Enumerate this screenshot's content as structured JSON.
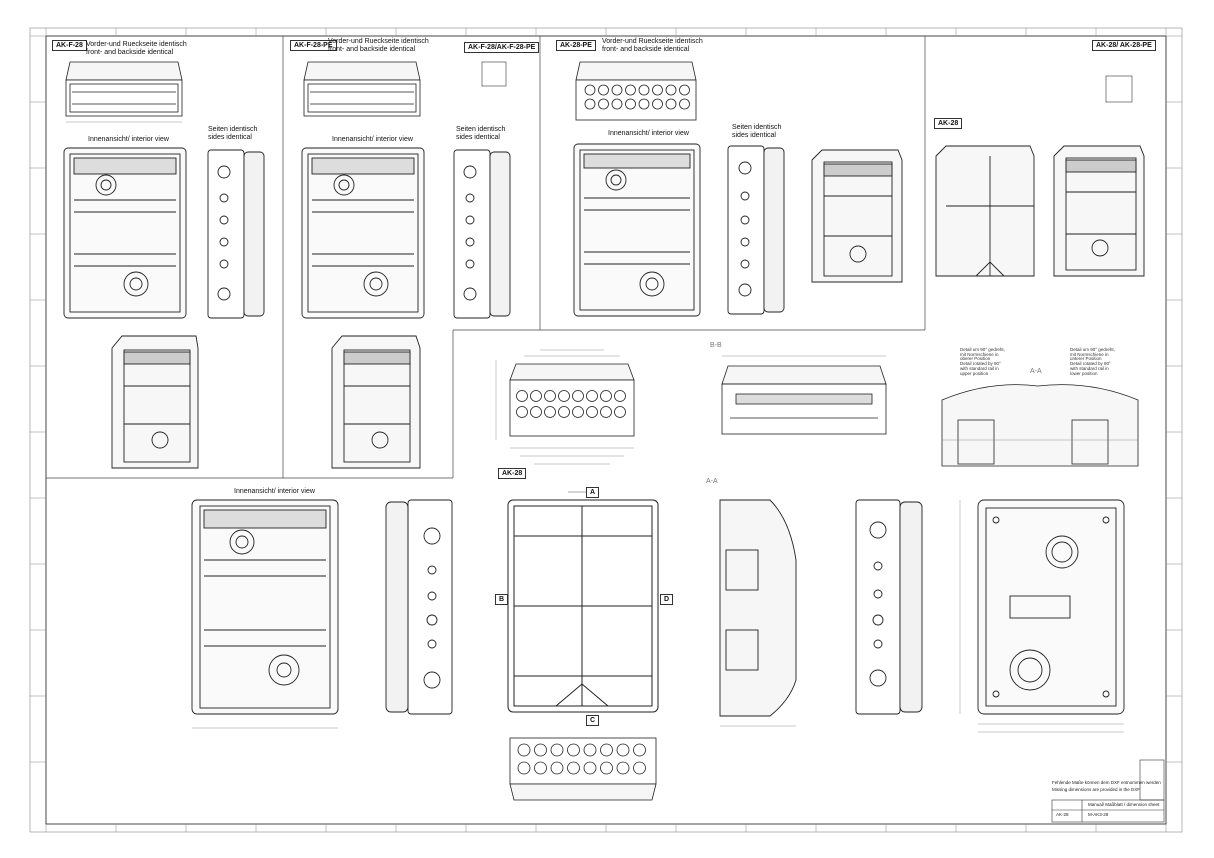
{
  "labels": {
    "ak_f_28": "AK-F-28",
    "ak_f_28_pe": "AK-F-28-PE",
    "ak_f_combo": "AK-F-28/AK-F-28-PE",
    "ak_28_pe": "AK-28-PE",
    "ak_28_combo": "AK-28/ AK-28-PE",
    "ak_28": "AK-28",
    "ak_28_bottom": "AK-28"
  },
  "notes": {
    "front_back_de": "Vorder-und Rueckseite identisch",
    "front_back_en": "front- and backside identical",
    "interior_view": "Innenansicht/ interior view",
    "sides_de": "Seiten identisch",
    "sides_en": "sides identical",
    "section_bb": "B-B",
    "section_aa": "A-A",
    "section_aa_2": "A-A",
    "detail_upper": [
      "Detail um 90° gedreht,",
      "mit Normschiene in",
      "oberer Position",
      "Detail rotated by 90°",
      "with standard rail in",
      "upper position"
    ],
    "detail_lower": [
      "Detail um 90° gedreht,",
      "mit Normschiene in",
      "unterer Position",
      "Detail rotated by 90°",
      "with standard rail in",
      "lower position"
    ]
  },
  "section_markers": {
    "a": "A",
    "b": "B",
    "c": "C",
    "d": "D"
  },
  "title_block": {
    "note_de": "Fehlende Maße können dem DXF entnommen werden",
    "note_en": "Missing dimensions are provided in the DXF",
    "title": "Manual/ Maßblatt / dimension sheet",
    "drawing_no": "AK-28",
    "doc_no": "M-AK3-28"
  }
}
